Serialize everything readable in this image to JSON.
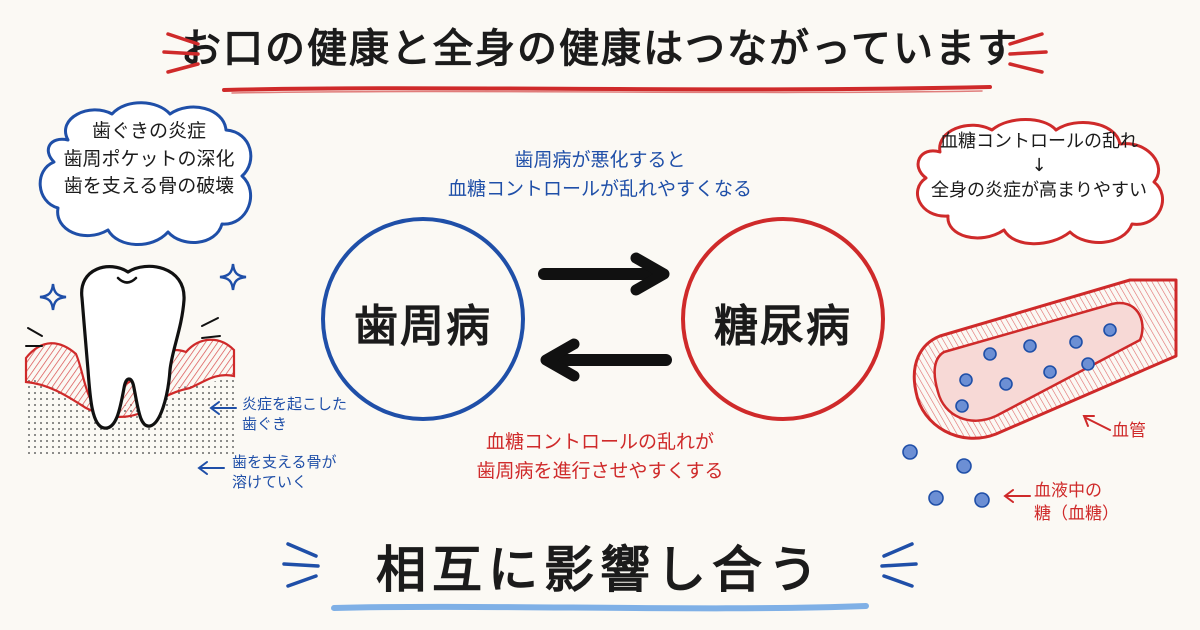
{
  "title": "お口の健康と全身の健康はつながっています",
  "left_bubble": {
    "lines": [
      "歯ぐきの炎症",
      "歯周ポケットの深化",
      "歯を支える骨の破壊"
    ]
  },
  "right_bubble": {
    "line1": "血糖コントロールの乱れ",
    "arrow": "↓",
    "line2": "全身の炎症が高まりやすい"
  },
  "top_caption": {
    "line1": "歯周病が悪化すると",
    "line2": "血糖コントロールが乱れやすくなる"
  },
  "bottom_caption": {
    "line1": "血糖コントロールの乱れが",
    "line2": "歯周病を進行させやすくする"
  },
  "left_circle": {
    "label": "歯周病"
  },
  "right_circle": {
    "label": "糖尿病"
  },
  "tooth_labels": {
    "gum_line1": "炎症を起こした",
    "gum_line2": "歯ぐき",
    "bone_line1": "歯を支える骨が",
    "bone_line2": "溶けていく"
  },
  "vessel_labels": {
    "vessel": "血管",
    "sugar_line1": "血液中の",
    "sugar_line2": "糖（血糖）"
  },
  "bottom_title": "相互に影響し合う",
  "colors": {
    "blue": "#1f4fa8",
    "red": "#cf2a2a",
    "ink": "#1b1b1b",
    "underline_blue": "#7fb0e6",
    "background": "#fbf9f4"
  },
  "icons": [
    "sparkle-icon",
    "arrow-right-icon",
    "arrow-left-icon",
    "tooth-icon",
    "blood-vessel-icon"
  ]
}
